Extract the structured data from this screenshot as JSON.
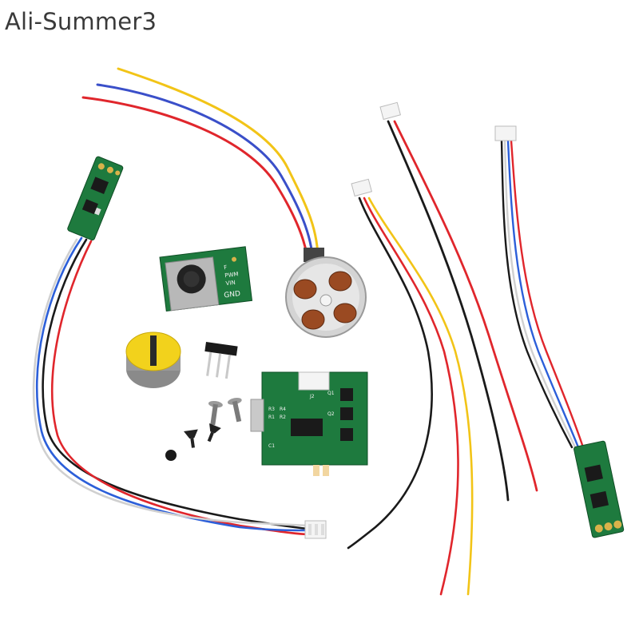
{
  "watermark": {
    "text": "Ali-Summer3"
  },
  "pot_board": {
    "labels": [
      "GND",
      "VIN",
      "PWM",
      "F"
    ]
  },
  "driver_board": {
    "labels": [
      "J2",
      "R3",
      "R4",
      "R1",
      "R2",
      "Q1",
      "Q2",
      "C1"
    ]
  },
  "colors": {
    "pcb": "#1e7a3e",
    "pcb_dark": "#125a2b",
    "wire_red": "#e0262c",
    "wire_black": "#1a1a1a",
    "wire_blue": "#2c5fd9",
    "wire_yellow": "#f2c417",
    "wire_white": "#e8e8e8",
    "knob_yellow": "#f2d21c",
    "motor_metal": "#c9c9c9",
    "copper": "#9a4a22"
  },
  "icons": [
    "pcb-module",
    "potentiometer",
    "brushless-motor",
    "pin-header",
    "screw",
    "jst-connector"
  ]
}
